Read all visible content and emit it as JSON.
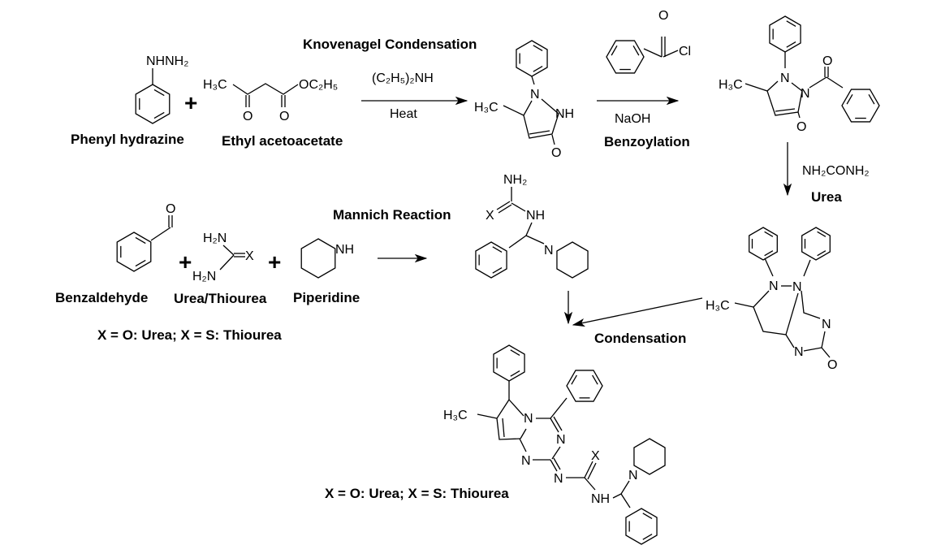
{
  "scheme": {
    "step1": {
      "title": "Knovenagel Condensation",
      "reagent": "(C₂H₅)₂NH",
      "condition": "Heat",
      "phenyl_hydrazine": {
        "group": "NHNH₂",
        "name": "Phenyl hydrazine"
      },
      "ethyl_acetoacetate": {
        "methyl": "H₃C",
        "ester": "OC₂H₅",
        "oxygen": "O",
        "name": "Ethyl acetoacetate"
      },
      "plus": "+"
    },
    "pyrazolone": {
      "methyl": "H₃C",
      "n1": "N",
      "n2": "NH",
      "oxygen": "O"
    },
    "step2": {
      "reagent_oxygen": "O",
      "reagent_cl": "Cl",
      "condition": "NaOH",
      "title": "Benzoylation"
    },
    "benzoyl_pyrazolone": {
      "methyl": "H₃C",
      "n1": "N",
      "n2": "N",
      "oxygen": "O"
    },
    "step3": {
      "reagent": "NH₂CONH₂",
      "title": "Urea"
    },
    "triazine": {
      "methyl": "H₃C",
      "n": "N",
      "oxygen": "O"
    },
    "mannich": {
      "title": "Mannich Reaction",
      "benzaldehyde": {
        "oxygen": "O",
        "name": "Benzaldehyde"
      },
      "urea": {
        "nh2_top": "H₂N",
        "nh2_bottom": "H₂N",
        "x": "X",
        "name": "Urea/Thiourea"
      },
      "piperidine": {
        "nh": "NH",
        "name": "Piperidine"
      },
      "plus": "+",
      "legend": "X = O: Urea; X = S: Thiourea",
      "product": {
        "nh2": "NH₂",
        "x": "X",
        "nh": "NH",
        "n": "N"
      }
    },
    "step4": {
      "title": "Condensation"
    },
    "final": {
      "methyl": "H₃C",
      "n": "N",
      "x": "X",
      "nh": "NH",
      "legend": "X = O: Urea; X = S: Thiourea"
    }
  }
}
